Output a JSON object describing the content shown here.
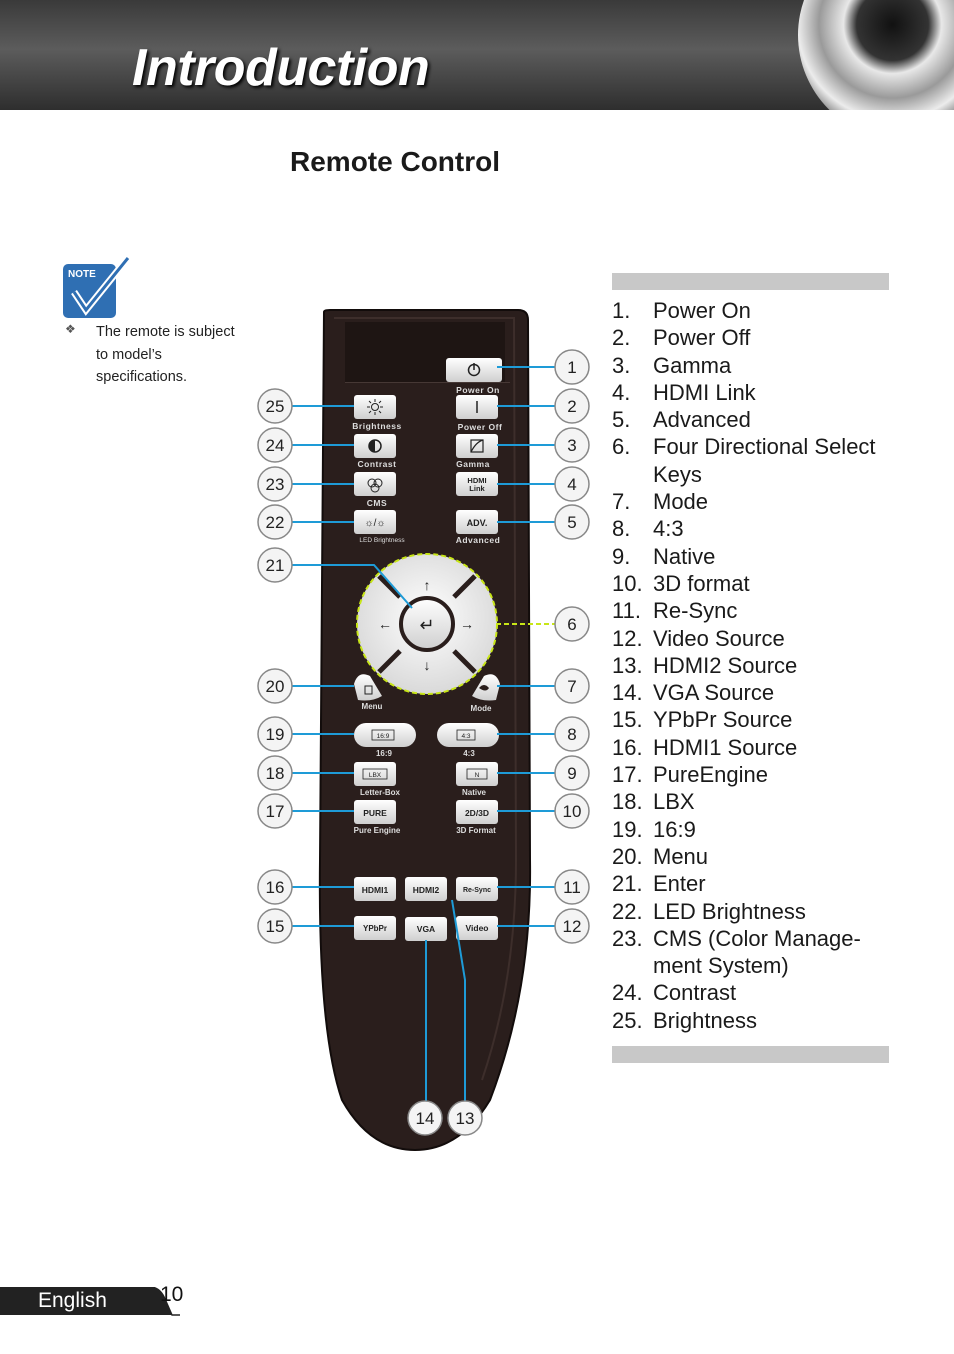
{
  "header": {
    "title": "Introduction"
  },
  "section": {
    "title": "Remote Control"
  },
  "note": {
    "badge": "NOTE",
    "bullet": "❖",
    "text": "The remote is subject to model’s specifications."
  },
  "legend": [
    {
      "num": "1.",
      "label": "Power On"
    },
    {
      "num": "2.",
      "label": "Power Off"
    },
    {
      "num": "3.",
      "label": "Gamma"
    },
    {
      "num": "4.",
      "label": "HDMI Link"
    },
    {
      "num": "5.",
      "label": "Advanced"
    },
    {
      "num": "6.",
      "label": "Four Directional Select Keys"
    },
    {
      "num": "7.",
      "label": "Mode"
    },
    {
      "num": "8.",
      "label": "4:3"
    },
    {
      "num": "9.",
      "label": "Native"
    },
    {
      "num": "10.",
      "label": "3D format"
    },
    {
      "num": "11.",
      "label": "Re-Sync"
    },
    {
      "num": "12.",
      "label": "Video Source"
    },
    {
      "num": "13.",
      "label": "HDMI2 Source"
    },
    {
      "num": "14.",
      "label": "VGA Source"
    },
    {
      "num": "15.",
      "label": "YPbPr Source"
    },
    {
      "num": "16.",
      "label": "HDMI1 Source"
    },
    {
      "num": "17.",
      "label": "PureEngine"
    },
    {
      "num": "18.",
      "label": "LBX"
    },
    {
      "num": "19.",
      "label": "16:9"
    },
    {
      "num": "20.",
      "label": "Menu"
    },
    {
      "num": "21.",
      "label": "Enter"
    },
    {
      "num": "22.",
      "label": "LED Brightness"
    },
    {
      "num": "23.",
      "label": "CMS (Color Manage-ment System)"
    },
    {
      "num": "24.",
      "label": "Contrast"
    },
    {
      "num": "25.",
      "label": "Brightness"
    }
  ],
  "remote": {
    "power_on": "Power On",
    "power_off": "Power Off",
    "brightness": "Brightness",
    "contrast": "Contrast",
    "gamma": "Gamma",
    "cms": "CMS",
    "hdmi_link": "HDMI Link",
    "led_brightness": "LED Brightness",
    "adv_button": "ADV.",
    "advanced": "Advanced",
    "menu": "Menu",
    "mode": "Mode",
    "btn_169": "16:9",
    "btn_43": "4:3",
    "lbl_169": "16:9",
    "lbl_43": "4:3",
    "btn_lbx": "LBX",
    "btn_n": "N",
    "letter_box": "Letter-Box",
    "native": "Native",
    "btn_pure": "PURE",
    "btn_2d3d": "2D/3D",
    "pure_engine": "Pure Engine",
    "format_3d": "3D Format",
    "hdmi1": "HDMI1",
    "hdmi2": "HDMI2",
    "resync": "Re-Sync",
    "ypbpr": "YPbPr",
    "vga": "VGA",
    "video": "Video"
  },
  "callouts": [
    "1",
    "2",
    "3",
    "4",
    "5",
    "6",
    "7",
    "8",
    "9",
    "10",
    "11",
    "12",
    "13",
    "14",
    "15",
    "16",
    "17",
    "18",
    "19",
    "20",
    "21",
    "22",
    "23",
    "24",
    "25"
  ],
  "footer": {
    "language": "English",
    "page": "10"
  },
  "colors": {
    "header_bg": "#4a4a4a",
    "note_blue": "#2f6fb3",
    "remote_body": "#2a1e1c",
    "dpad_ring": "#c8e617"
  }
}
